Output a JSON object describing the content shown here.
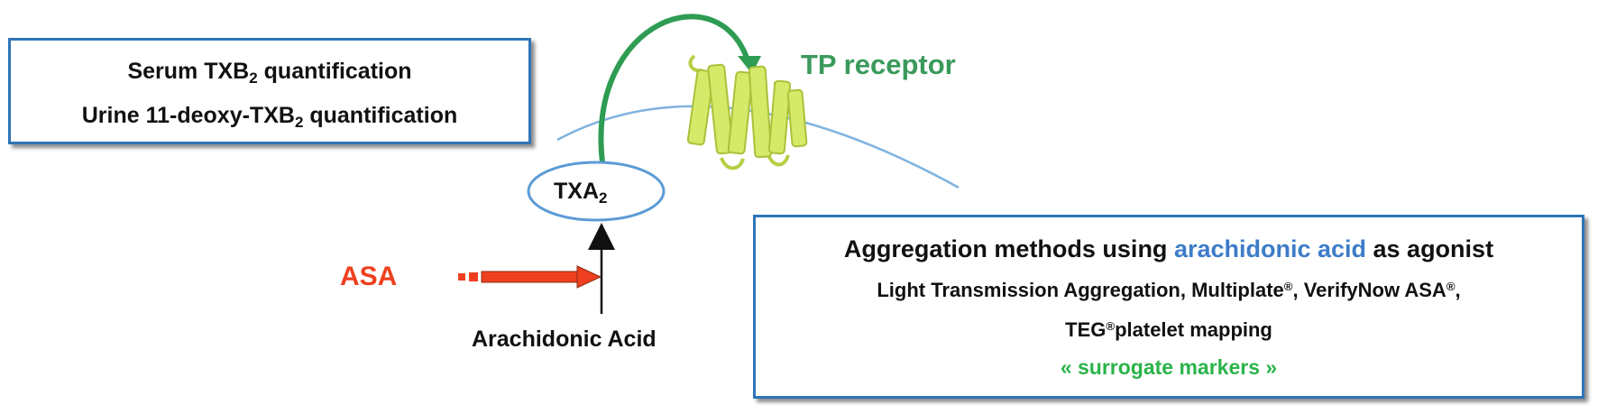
{
  "serum_box": {
    "line1_main": "Serum TXB",
    "line1_sub": "2",
    "line1_tail": " quantification",
    "line2_main": "Urine 11-deoxy-TXB",
    "line2_sub": "2",
    "line2_tail": " quantification"
  },
  "receptor": {
    "label": "TP receptor"
  },
  "txa2": {
    "main": "TXA",
    "sub": "2"
  },
  "asa": {
    "label": "ASA"
  },
  "arachidonic_acid": {
    "label": "Arachidonic Acid"
  },
  "aggregation_box": {
    "title_pre": "Aggregation methods using ",
    "title_accent": "arachidonic acid",
    "title_post": " as agonist",
    "methods_line1_a": "Light Transmission Aggregation, Multiplate",
    "methods_line1_reg1": "®",
    "methods_line1_b": ", VerifyNow ASA",
    "methods_line1_reg2": "®",
    "methods_line1_c": ",",
    "methods_line2_a": "TEG",
    "methods_line2_reg": "®",
    "methods_line2_b": "platelet mapping",
    "surrogate": "« surrogate markers »"
  },
  "colors": {
    "box_border": "#2e75b6",
    "membrane": "#7fb3e0",
    "green_arrow": "#2e9c52",
    "asa_red": "#ee4020",
    "receptor_fill": "#d6ea6a",
    "receptor_stroke": "#a9c23a",
    "accent_blue": "#3d7cc9",
    "surrogate_green": "#2bb34a"
  }
}
